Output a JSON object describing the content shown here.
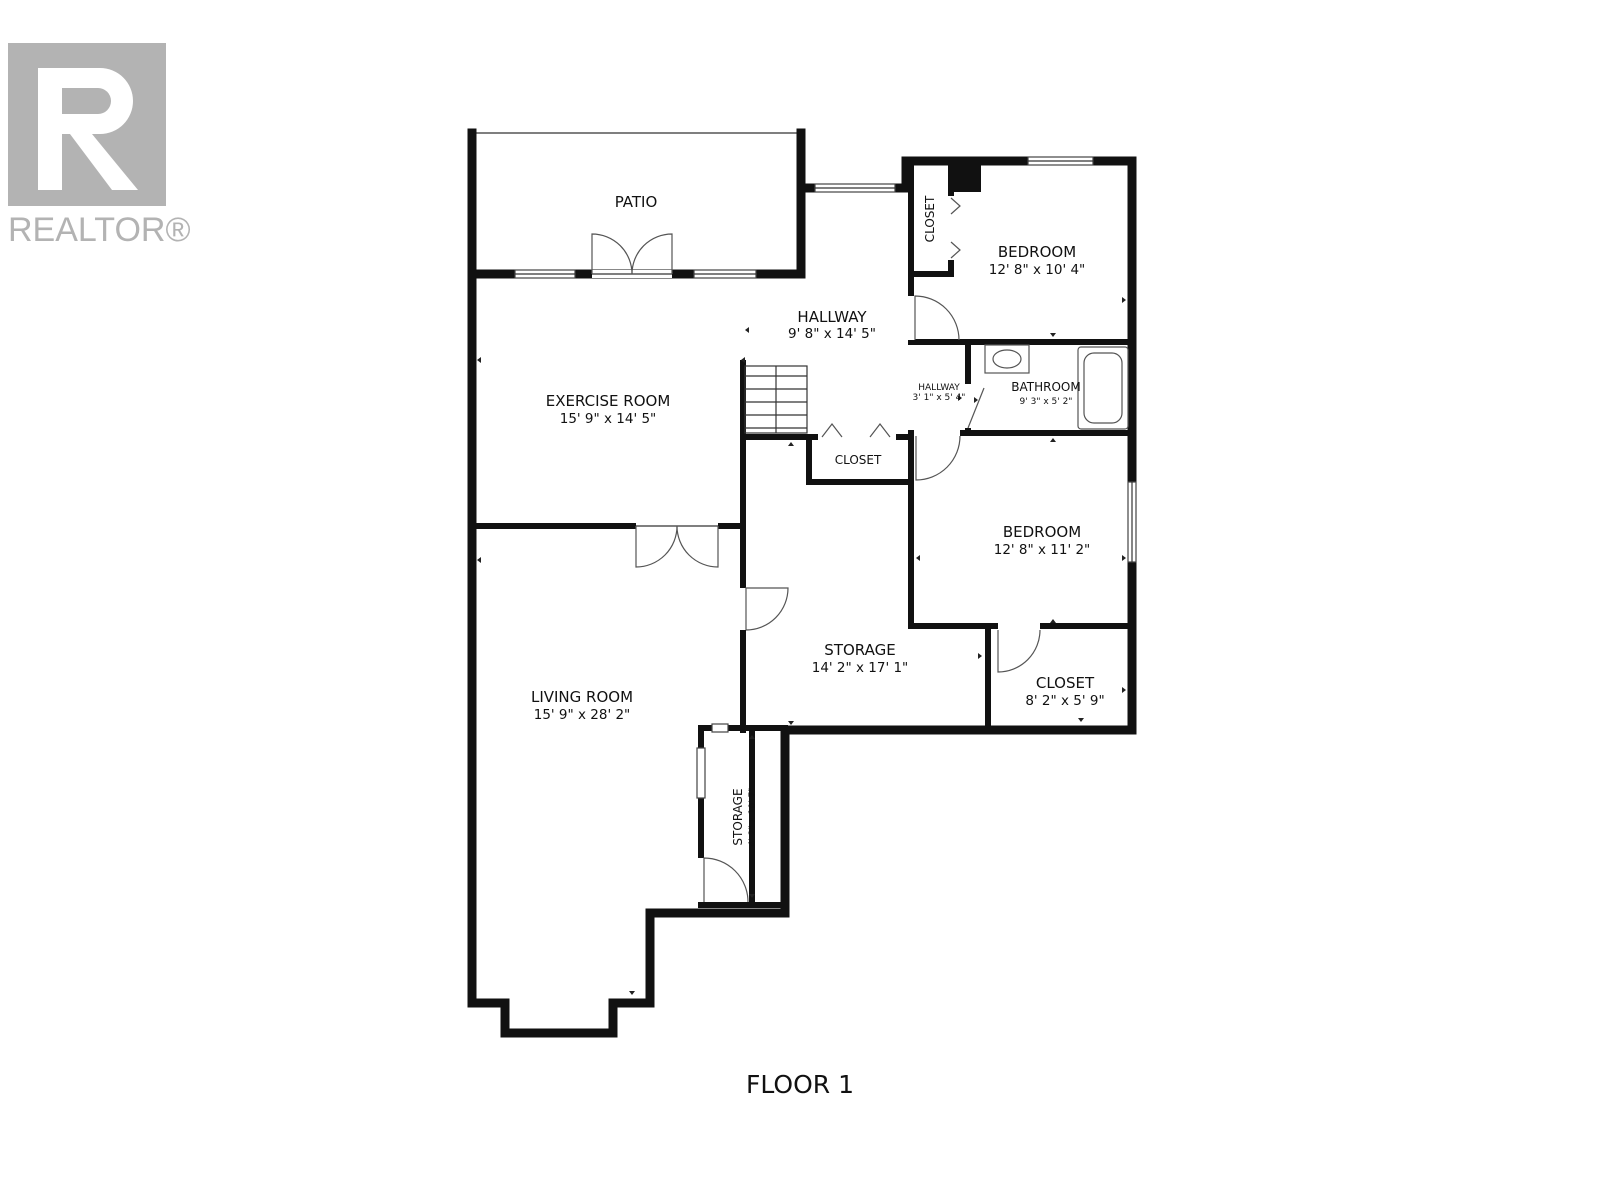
{
  "logo": {
    "brand_text": "REALTOR®",
    "color": "#b3b3b3"
  },
  "floor_label": "FLOOR 1",
  "rooms": {
    "patio": {
      "name": "PATIO"
    },
    "hallway": {
      "name": "HALLWAY",
      "dims": "9' 8\" x 14' 5\""
    },
    "hallway_small": {
      "name": "HALLWAY",
      "dims": "3' 1\" x 5' 4\""
    },
    "closet_top": {
      "name": "CLOSET"
    },
    "bedroom_top": {
      "name": "BEDROOM",
      "dims": "12' 8\" x 10' 4\""
    },
    "bathroom": {
      "name": "BATHROOM",
      "dims": "9' 3\" x 5' 2\""
    },
    "exercise": {
      "name": "EXERCISE ROOM",
      "dims": "15' 9\" x 14' 5\""
    },
    "closet_mid": {
      "name": "CLOSET"
    },
    "bedroom_mid": {
      "name": "BEDROOM",
      "dims": "12' 8\" x 11' 2\""
    },
    "storage_main": {
      "name": "STORAGE",
      "dims": "14' 2\" x 17' 1\""
    },
    "closet_bottom": {
      "name": "CLOSET",
      "dims": "8' 2\" x 5' 9\""
    },
    "living": {
      "name": "LIVING ROOM",
      "dims": "15' 9\" x 28' 2\""
    },
    "storage_small": {
      "name": "STORAGE",
      "dims": "4' 2\" x 10' 7\""
    }
  }
}
